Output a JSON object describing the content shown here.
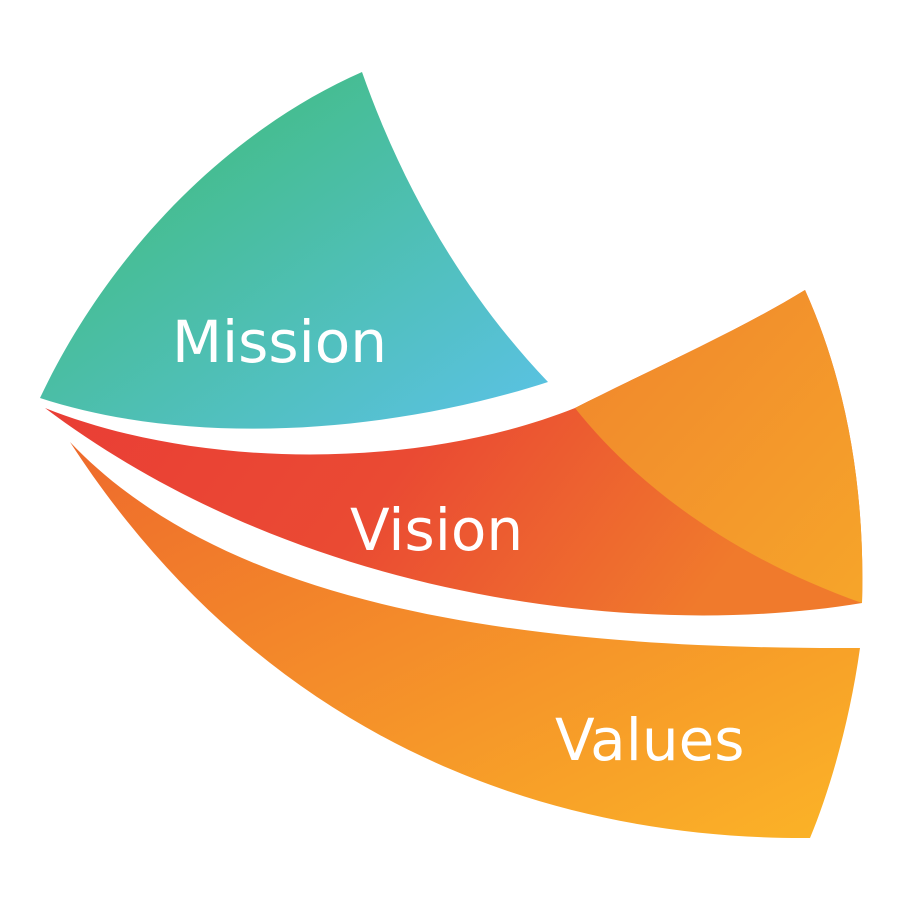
{
  "diagram": {
    "segments": [
      {
        "label": "Mission",
        "colors": [
          "#3dbb6e",
          "#5bc2e7"
        ]
      },
      {
        "label": "Vision",
        "colors": [
          "#e93b36",
          "#f6a52a"
        ]
      },
      {
        "label": "Values",
        "colors": [
          "#ef7d2b",
          "#fbb427"
        ]
      }
    ]
  }
}
